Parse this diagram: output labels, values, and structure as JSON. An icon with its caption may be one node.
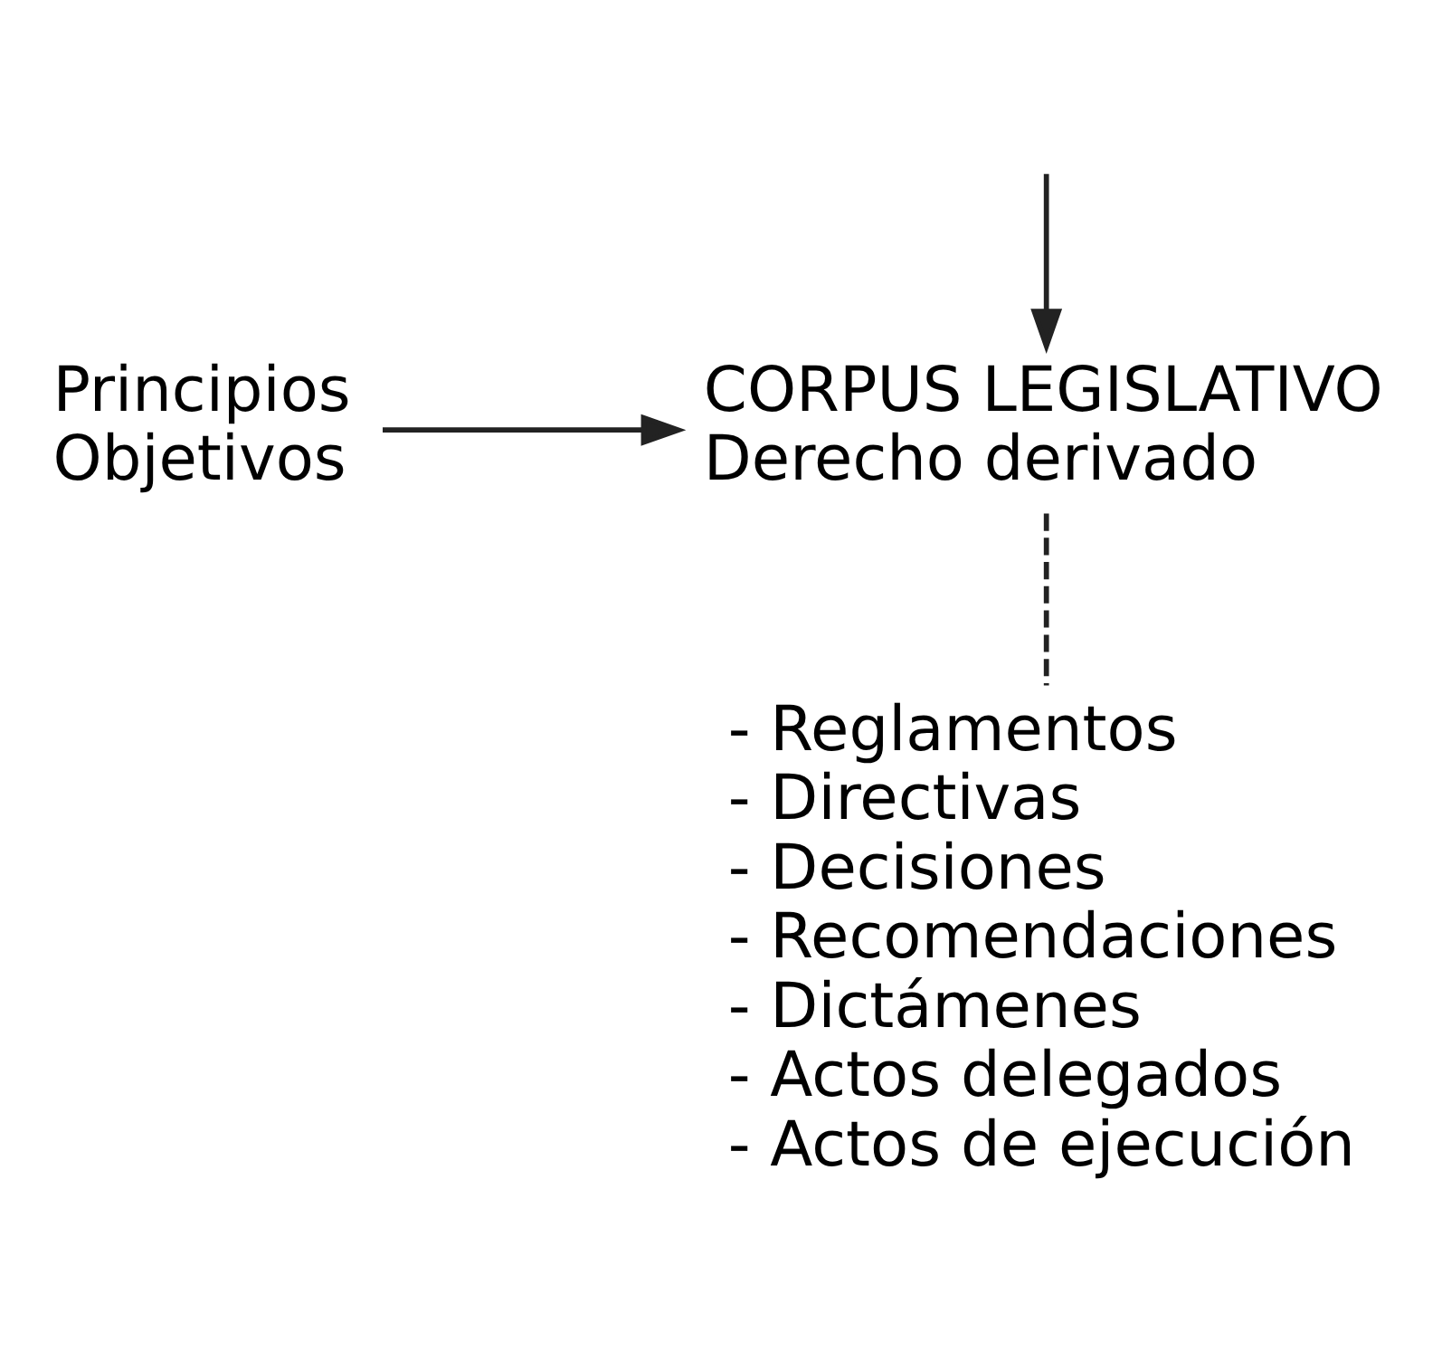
{
  "diagram": {
    "nodes": [
      {
        "text": [
          "Principios",
          "Objetivos"
        ]
      },
      {
        "text": [
          "CORPUS LEGISLATIVO",
          "Derecho derivado"
        ]
      },
      {
        "text": [
          "- Reglamentos",
          "- Directivas",
          "- Decisiones",
          "- Recomendaciones",
          "- Dictámenes",
          "- Actos delegados",
          "- Actos de ejecución"
        ]
      }
    ],
    "edges": [
      {
        "from": null,
        "to": 1,
        "arrow": "to"
      },
      {
        "from": 0,
        "to": 1,
        "arrow": "to"
      },
      {
        "from": 1,
        "to": 2,
        "arrow": "none",
        "style": "dashed"
      }
    ]
  }
}
